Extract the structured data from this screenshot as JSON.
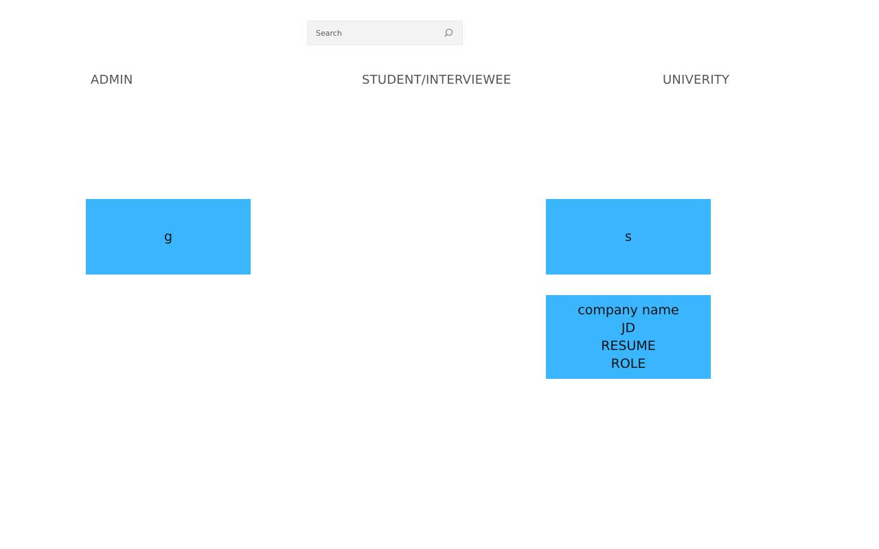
{
  "search": {
    "placeholder": "Search",
    "icon": "search-icon"
  },
  "columns": {
    "admin": {
      "heading": "ADMIN"
    },
    "student": {
      "heading": "STUDENT/INTERVIEWEE"
    },
    "university": {
      "heading": "UNIVERITY"
    }
  },
  "cards": {
    "admin_card": {
      "text": "g"
    },
    "university_card": {
      "text": "s"
    },
    "company_card": {
      "lines": [
        "company name",
        "JD",
        "RESUME",
        "ROLE"
      ]
    }
  },
  "colors": {
    "card_background": "#39b6fd",
    "heading_text": "#555555",
    "search_background": "#f3f3f3"
  }
}
